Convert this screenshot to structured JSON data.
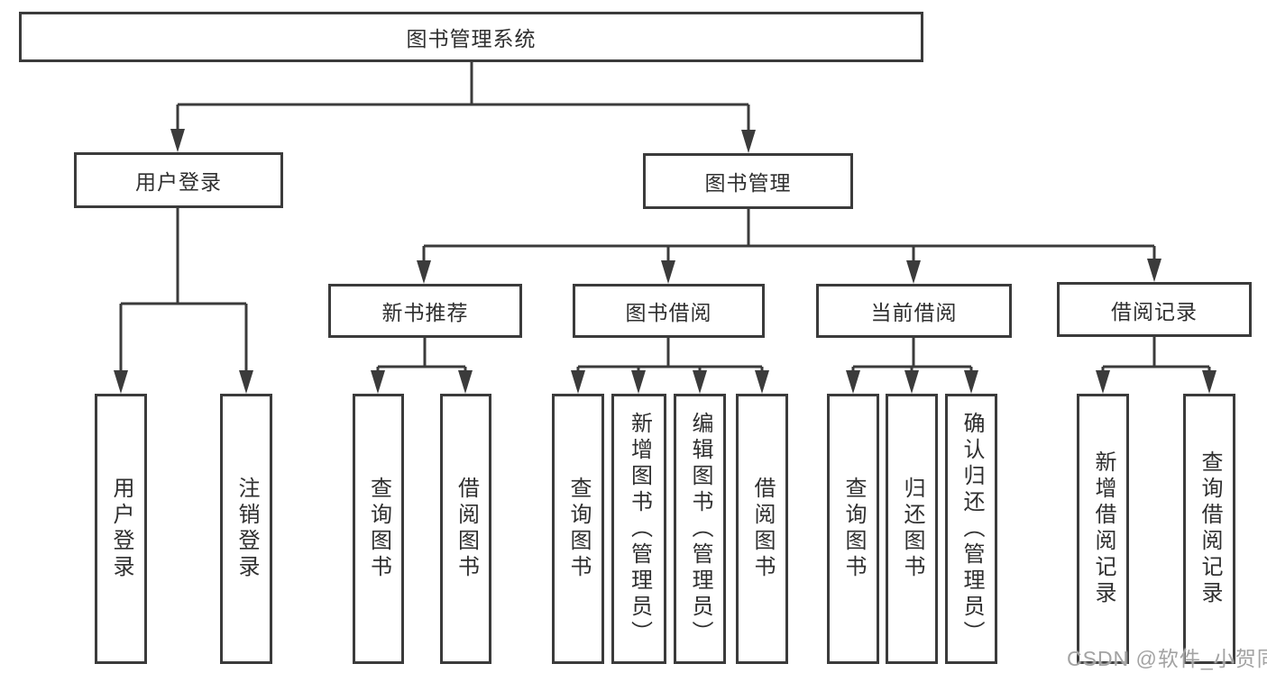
{
  "diagram": {
    "title": "图书管理系统",
    "nodes": {
      "root": "图书管理系统",
      "user_login": "用户登录",
      "book_mgmt": "图书管理",
      "new_books": "新书推荐",
      "book_borrow": "图书借阅",
      "current_borrow": "当前借阅",
      "borrow_records": "借阅记录"
    },
    "leaves": {
      "login": [
        "用户登录",
        "注销登录"
      ],
      "new_books": [
        "查询图书",
        "借阅图书"
      ],
      "book_borrow": [
        "查询图书",
        "新增图书（管理员）",
        "编辑图书（管理员）",
        "借阅图书"
      ],
      "current_borrow": [
        "查询图书",
        "归还图书",
        "确认归还（管理员）"
      ],
      "borrow_records": [
        "新增借阅记录",
        "查询借阅记录"
      ]
    }
  },
  "watermark": {
    "text": "CSDN @软件_小贺同学"
  },
  "colors": {
    "line": "#3b3b3b",
    "box_border": "#3b3b3b",
    "text": "#2f2f2f",
    "watermark": "#a3a3a3",
    "background": "#ffffff"
  }
}
